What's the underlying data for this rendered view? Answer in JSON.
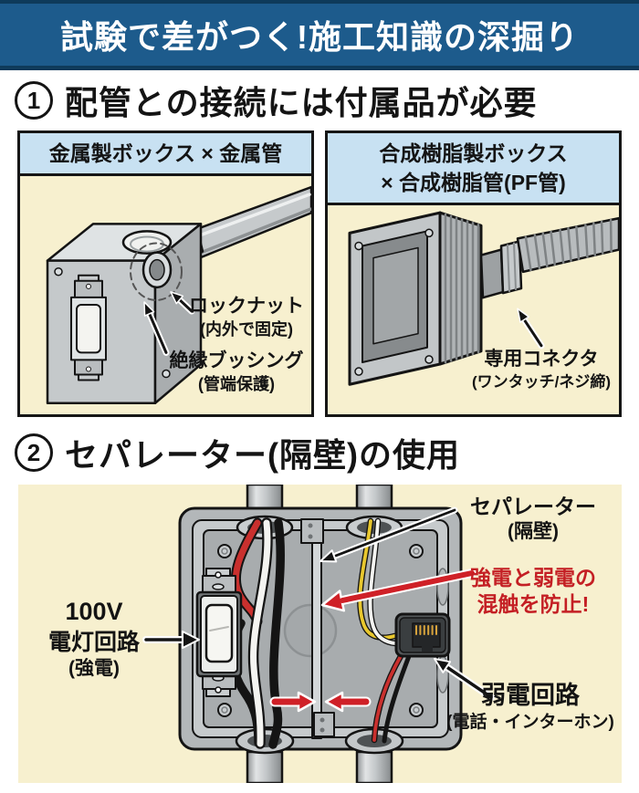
{
  "banner": {
    "title": "試験で差がつく!施工知識の深掘り"
  },
  "section1": {
    "number": "1",
    "heading": "配管との接続には付属品が必要",
    "left_panel": {
      "title": "金属製ボックス × 金属管",
      "locknut_label": "ロックナット",
      "locknut_note": "(内外で固定)",
      "bushing_label": "絶縁ブッシング",
      "bushing_note": "(管端保護)"
    },
    "right_panel": {
      "title_line1": "合成樹脂製ボックス",
      "title_line2": "× 合成樹脂管(PF管)",
      "connector_label": "専用コネクタ",
      "connector_note": "(ワンタッチ/ネジ締)"
    }
  },
  "section2": {
    "number": "2",
    "heading": "セパレーター(隔壁)の使用",
    "separator_label": "セパレーター",
    "separator_note": "(隔壁)",
    "warning_line1": "強電と弱電の",
    "warning_line2": "混触を防止!",
    "strong_circuit_line1": "100V",
    "strong_circuit_line2": "電灯回路",
    "strong_circuit_note": "(強電)",
    "weak_circuit_label": "弱電回路",
    "weak_circuit_note": "(電話・インターホン)"
  },
  "colors": {
    "banner_blue": "#1d5b8c",
    "banner_border": "#0e3a5a",
    "panel_header_blue": "#c8e1f2",
    "cream_background": "#f7f0cf",
    "accent_red": "#c41f24",
    "outline_black": "#141414"
  }
}
